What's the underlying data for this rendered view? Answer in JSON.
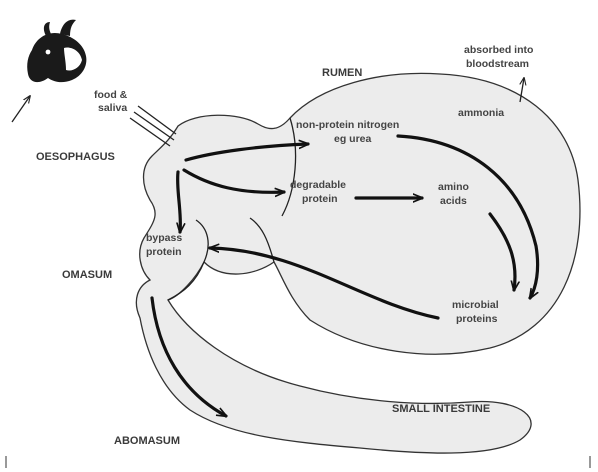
{
  "labels": {
    "rumen": "RUMEN",
    "oesophagus": "OESOPHAGUS",
    "omasum": "OMASUM",
    "abomasum": "ABOMASUM",
    "small_intestine": "SMALL INTESTINE",
    "food_saliva": [
      "food &",
      "saliva"
    ],
    "npn": [
      "non-protein nitrogen",
      "eg urea"
    ],
    "degradable": [
      "degradable",
      "protein"
    ],
    "amino": [
      "amino",
      "acids"
    ],
    "ammonia": "ammonia",
    "absorbed": [
      "absorbed into",
      "bloodstream"
    ],
    "bypass": [
      "bypass",
      "protein"
    ],
    "microbial": [
      "microbial",
      "proteins"
    ]
  },
  "icons": {
    "animal": "goat-head-icon"
  },
  "colors": {
    "organ_fill": "#ececec",
    "outline": "#333333",
    "arrow": "#111111",
    "text": "#3a3a3a"
  }
}
